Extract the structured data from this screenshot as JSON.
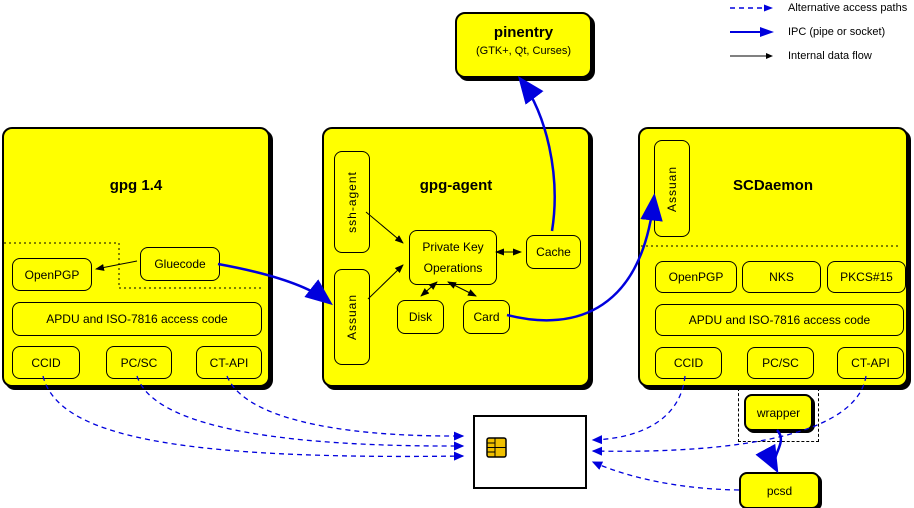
{
  "legend": {
    "alt": "Alternative access paths",
    "ipc": "IPC (pipe or socket)",
    "internal": "Internal data flow"
  },
  "pinentry": {
    "title": "pinentry",
    "subtitle": "(GTK+, Qt, Curses)"
  },
  "gpg14": {
    "title": "gpg 1.4",
    "openpgp": "OpenPGP",
    "gluecode": "Gluecode",
    "apdu": "APDU and ISO-7816 access code",
    "ccid": "CCID",
    "pcsc": "PC/SC",
    "ctapi": "CT-API"
  },
  "gpgagent": {
    "title": "gpg-agent",
    "ssh_agent": "ssh-agent",
    "assuan": "Assuan",
    "pko_line1": "Private Key",
    "pko_line2": "Operations",
    "cache": "Cache",
    "disk": "Disk",
    "card": "Card"
  },
  "scdaemon": {
    "title": "SCDaemon",
    "assuan": "Assuan",
    "openpgp": "OpenPGP",
    "nks": "NKS",
    "pkcs15": "PKCS#15",
    "apdu": "APDU and ISO-7816 access code",
    "ccid": "CCID",
    "pcsc": "PC/SC",
    "ctapi": "CT-API"
  },
  "wrapper": {
    "label": "wrapper"
  },
  "pcsd": {
    "label": "pcsd"
  },
  "colors": {
    "box_yellow": "#ffff00",
    "line_blue": "#0000dd",
    "line_black": "#000000",
    "chip_gold": "#f0c000"
  }
}
